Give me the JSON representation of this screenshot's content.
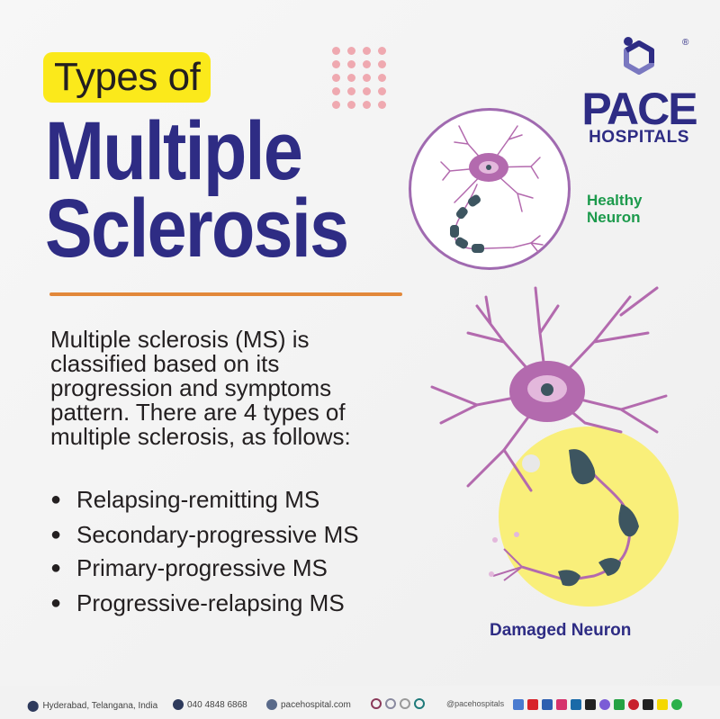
{
  "header": {
    "badge": "Types of",
    "title_line1": "Multiple",
    "title_line2": "Sclerosis"
  },
  "logo": {
    "name": "PACE",
    "subtitle": "HOSPITALS",
    "registered": "®"
  },
  "intro": "Multiple sclerosis (MS) is classified based on its progression and symptoms pattern. There are 4 types of multiple sclerosis, as follows:",
  "types": [
    {
      "label": "Relapsing-remitting MS"
    },
    {
      "label": "Secondary-progressive MS"
    },
    {
      "label": "Primary-progressive MS"
    },
    {
      "label": "Progressive-relapsing MS"
    }
  ],
  "illustrations": {
    "healthy_label_line1": "Healthy",
    "healthy_label_line2": "Neuron",
    "damaged_label": "Damaged Neuron"
  },
  "footer": {
    "location": "Hyderabad, Telangana, India",
    "phone": "040 4848 6868",
    "website": "pacehospital.com",
    "handle": "@pacehospitals",
    "social_icons": [
      "google-business",
      "youtube",
      "facebook",
      "instagram",
      "linkedin",
      "x",
      "messenger",
      "whatsapp",
      "pinterest",
      "threads",
      "snapchat",
      "spotify"
    ]
  },
  "colors": {
    "brand_navy": "#2e2c84",
    "badge_yellow": "#fbe91b",
    "accent_orange": "#e2883a",
    "healthy_green": "#1c9a4c",
    "neuron_purple": "#b36aae",
    "myelin_slate": "#3d5560"
  }
}
